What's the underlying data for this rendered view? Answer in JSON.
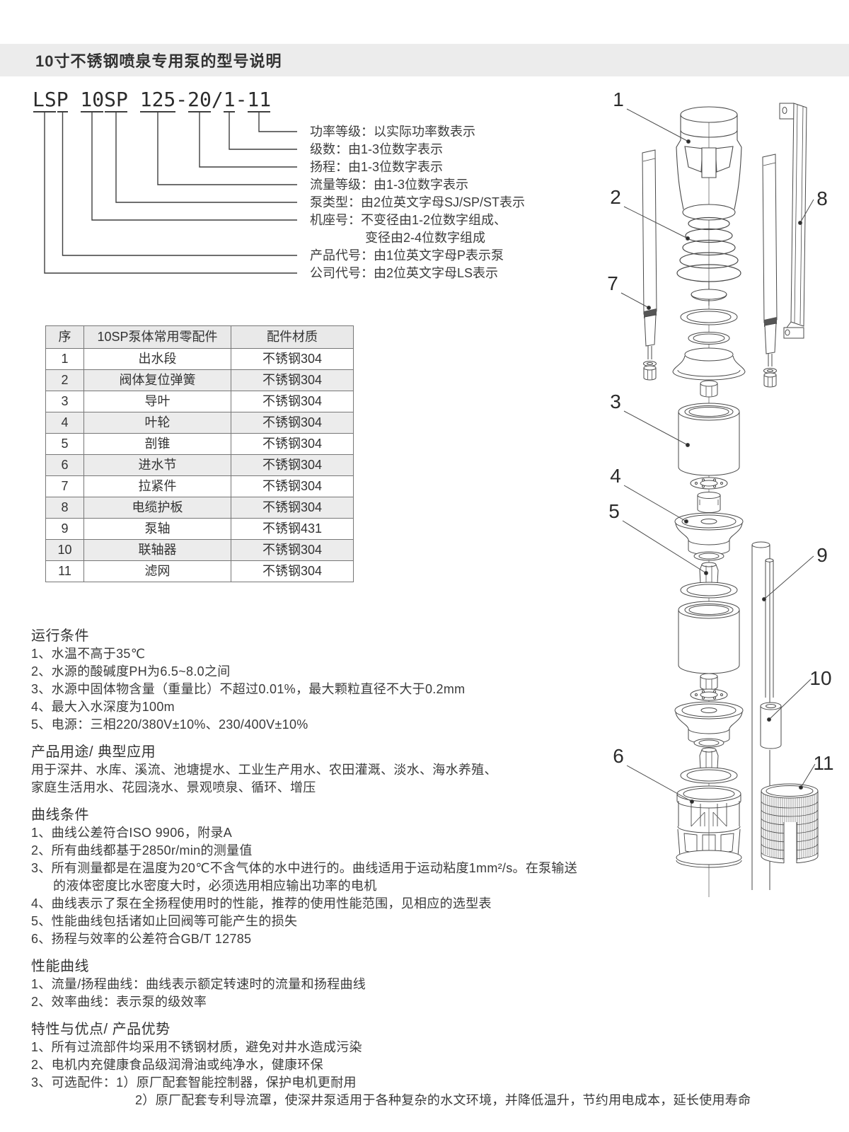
{
  "page_title": "10寸不锈钢喷泉专用泵的型号说明",
  "model_diagram": {
    "code": "LSP 10SP 125-20/1-11",
    "labels": [
      "功率等级：以实际功率数表示",
      "级数：由1-3位数字表示",
      "扬程：由1-3位数字表示",
      "流量等级：由1-3位数字表示",
      "泵类型：由2位英文字母SJ/SP/ST表示",
      "机座号：不变径由1-2位数字组成、",
      "变径由2-4位数字组成",
      "产品代号：由1位英文字母P表示泵",
      "公司代号：由2位英文字母LS表示"
    ]
  },
  "parts_table": {
    "headers": [
      "序",
      "10SP泵体常用零配件",
      "配件材质"
    ],
    "rows": [
      [
        "1",
        "出水段",
        "不锈钢304"
      ],
      [
        "2",
        "阀体复位弹簧",
        "不锈钢304"
      ],
      [
        "3",
        "导叶",
        "不锈钢304"
      ],
      [
        "4",
        "叶轮",
        "不锈钢304"
      ],
      [
        "5",
        "剖锥",
        "不锈钢304"
      ],
      [
        "6",
        "进水节",
        "不锈钢304"
      ],
      [
        "7",
        "拉紧件",
        "不锈钢304"
      ],
      [
        "8",
        "电缆护板",
        "不锈钢304"
      ],
      [
        "9",
        "泵轴",
        "不锈钢431"
      ],
      [
        "10",
        "联轴器",
        "不锈钢304"
      ],
      [
        "11",
        "滤网",
        "不锈钢304"
      ]
    ]
  },
  "diagram": {
    "part_numbers": [
      "1",
      "2",
      "3",
      "4",
      "5",
      "6",
      "7",
      "8",
      "9",
      "10",
      "11"
    ]
  },
  "sections": [
    {
      "heading": "运行条件",
      "lines": [
        {
          "text": "1、水温不高于35℃",
          "indent": 0
        },
        {
          "text": "2、水源的酸碱度PH为6.5~8.0之间",
          "indent": 0
        },
        {
          "text": "3、水源中固体物含量（重量比）不超过0.01%，最大颗粒直径不大于0.2mm",
          "indent": 0
        },
        {
          "text": "4、最大入水深度为100m",
          "indent": 0
        },
        {
          "text": "5、电源：三相220/380V±10%、230/400V±10%",
          "indent": 0
        }
      ]
    },
    {
      "heading": "产品用途/ 典型应用",
      "lines": [
        {
          "text": "用于深井、水库、溪流、池塘提水、工业生产用水、农田灌溉、淡水、海水养殖、",
          "indent": 0
        },
        {
          "text": "家庭生活用水、花园浇水、景观喷泉、循环、增压",
          "indent": 0
        }
      ]
    },
    {
      "heading": "曲线条件",
      "lines": [
        {
          "text": "1、曲线公差符合ISO 9906，附录A",
          "indent": 0
        },
        {
          "text": "2、所有曲线都基于2850r/min的测量值",
          "indent": 0
        },
        {
          "text": "3、所有测量都是在温度为20℃不含气体的水中进行的。曲线适用于运动粘度1mm²/s。在泵输送",
          "indent": 0
        },
        {
          "text": "的液体密度比水密度大时，必须选用相应输出功率的电机",
          "indent": 1
        },
        {
          "text": "4、曲线表示了泵在全扬程使用时的性能，推荐的使用性能范围，见相应的选型表",
          "indent": 0
        },
        {
          "text": "5、性能曲线包括诸如止回阀等可能产生的损失",
          "indent": 0
        },
        {
          "text": "6、扬程与效率的公差符合GB/T 12785",
          "indent": 0
        }
      ]
    },
    {
      "heading": "性能曲线",
      "lines": [
        {
          "text": "1、流量/扬程曲线：曲线表示额定转速时的流量和扬程曲线",
          "indent": 0
        },
        {
          "text": "2、效率曲线：表示泵的级效率",
          "indent": 0
        }
      ]
    },
    {
      "heading": "特性与优点/ 产品优势",
      "lines": [
        {
          "text": "1、所有过流部件均采用不锈钢材质，避免对井水造成污染",
          "indent": 0
        },
        {
          "text": "2、电机内充健康食品级润滑油或纯净水，健康环保",
          "indent": 0
        },
        {
          "text": "3、可选配件：1）原厂配套智能控制器，保护电机更耐用",
          "indent": 0
        },
        {
          "text": "2）原厂配套专利导流罩，使深井泵适用于各种复杂的水文环境，并降低温升，节约用电成本，延长使用寿命",
          "indent": 2
        }
      ]
    }
  ],
  "colors": {
    "header_bar_bg": "#ececec",
    "table_stripe": "#ececec",
    "line": "#4a4a4a",
    "text": "#3b3b3b"
  }
}
